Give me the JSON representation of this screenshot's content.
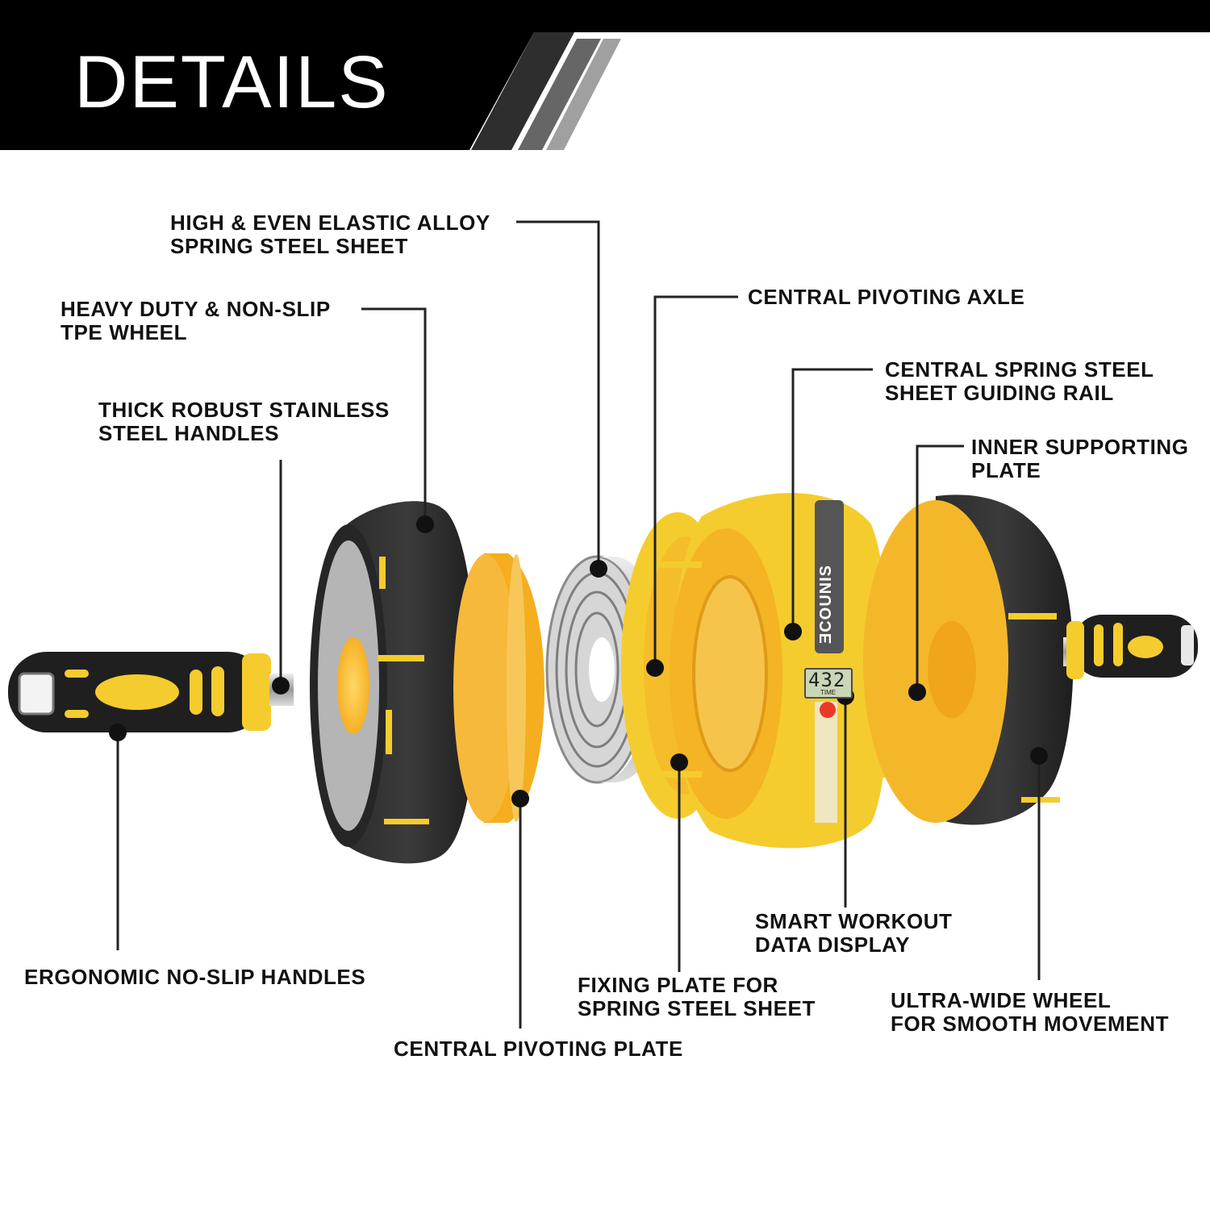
{
  "header": {
    "title": "DETAILS",
    "bar_color": "#000000",
    "stripe_colors": [
      "#2e2e2e",
      "#666666",
      "#a0a0a0"
    ]
  },
  "product": {
    "brand_print": "ƎCOUNIS",
    "display_value": "432",
    "display_caption": "TIME",
    "colors": {
      "yellow": "#f5cc2d",
      "orange": "#f5ae1e",
      "black": "#1f1f1f",
      "steel": "#b9b9b9"
    }
  },
  "labels": {
    "alloy_spring": {
      "line1": "HIGH & EVEN ELASTIC ALLOY",
      "line2": "SPRING STEEL SHEET"
    },
    "tpe_wheel": {
      "line1": "HEAVY DUTY & NON-SLIP",
      "line2": "TPE WHEEL"
    },
    "steel_handles": {
      "line1": "THICK ROBUST STAINLESS",
      "line2": "STEEL HANDLES"
    },
    "ergonomic_handles": {
      "line1": "ERGONOMIC NO-SLIP HANDLES"
    },
    "pivoting_plate": {
      "line1": "CENTRAL PIVOTING PLATE"
    },
    "pivoting_axle": {
      "line1": "CENTRAL PIVOTING AXLE"
    },
    "guiding_rail": {
      "line1": "CENTRAL SPRING STEEL",
      "line2": "SHEET GUIDING RAIL"
    },
    "inner_plate": {
      "line1": "INNER SUPPORTING",
      "line2": "PLATE"
    },
    "workout_display": {
      "line1": "SMART WORKOUT",
      "line2": "DATA DISPLAY"
    },
    "fixing_plate": {
      "line1": "FIXING PLATE FOR",
      "line2": "SPRING STEEL SHEET"
    },
    "wide_wheel": {
      "line1": "ULTRA-WIDE WHEEL",
      "line2": "FOR  SMOOTH MOVEMENT"
    }
  }
}
